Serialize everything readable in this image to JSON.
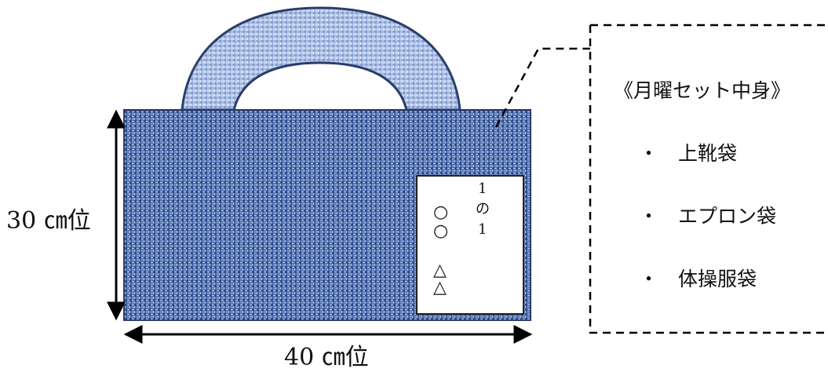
{
  "bag": {
    "height_label": "30 ㎝位",
    "width_label": "40 ㎝位",
    "name_tag": {
      "line1": "1",
      "line2": "の",
      "line3": "1",
      "circle_a": "○",
      "circle_b": "○",
      "triangle_a": "△",
      "triangle_b": "△"
    }
  },
  "callout": {
    "title": "《月曜セット中身》",
    "items": [
      {
        "bullet": "・",
        "label": "上靴袋"
      },
      {
        "bullet": "・",
        "label": "エプロン袋"
      },
      {
        "bullet": "・",
        "label": "体操服袋"
      }
    ]
  },
  "colors": {
    "fabric_dark": "#3b5b98",
    "fabric_light": "#8fa9d6",
    "handle_fill": "#aebfe3",
    "outline": "#1f2f55"
  }
}
